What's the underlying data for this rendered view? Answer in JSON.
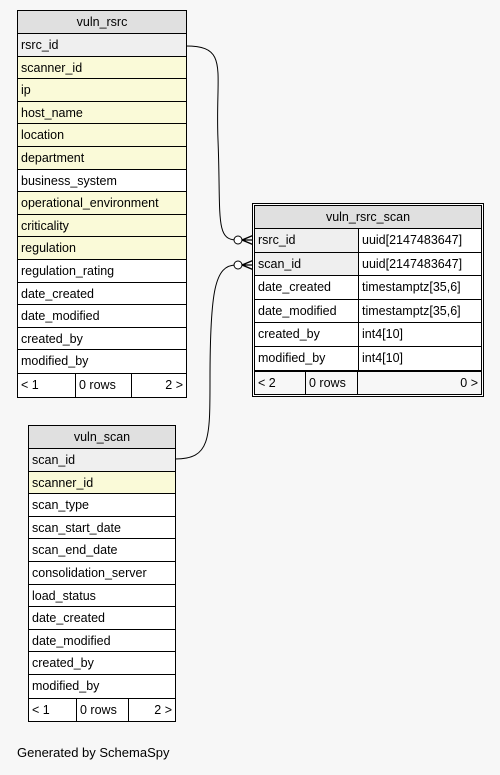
{
  "tables": {
    "vuln_rsrc": {
      "name": "vuln_rsrc",
      "columns": [
        {
          "name": "rsrc_id",
          "kind": "pk"
        },
        {
          "name": "scanner_id",
          "kind": "fk"
        },
        {
          "name": "ip",
          "kind": "fk"
        },
        {
          "name": "host_name",
          "kind": "fk"
        },
        {
          "name": "location",
          "kind": "fk"
        },
        {
          "name": "department",
          "kind": "fk"
        },
        {
          "name": "business_system",
          "kind": "plain"
        },
        {
          "name": "operational_environment",
          "kind": "fk"
        },
        {
          "name": "criticality",
          "kind": "fk"
        },
        {
          "name": "regulation",
          "kind": "fk"
        },
        {
          "name": "regulation_rating",
          "kind": "plain"
        },
        {
          "name": "date_created",
          "kind": "plain"
        },
        {
          "name": "date_modified",
          "kind": "plain"
        },
        {
          "name": "created_by",
          "kind": "plain"
        },
        {
          "name": "modified_by",
          "kind": "plain"
        }
      ],
      "footer": {
        "parents": "< 1",
        "rows": "0 rows",
        "children": "2 >"
      }
    },
    "vuln_scan": {
      "name": "vuln_scan",
      "columns": [
        {
          "name": "scan_id",
          "kind": "pk"
        },
        {
          "name": "scanner_id",
          "kind": "fk"
        },
        {
          "name": "scan_type",
          "kind": "plain"
        },
        {
          "name": "scan_start_date",
          "kind": "plain"
        },
        {
          "name": "scan_end_date",
          "kind": "plain"
        },
        {
          "name": "consolidation_server",
          "kind": "plain"
        },
        {
          "name": "load_status",
          "kind": "plain"
        },
        {
          "name": "date_created",
          "kind": "plain"
        },
        {
          "name": "date_modified",
          "kind": "plain"
        },
        {
          "name": "created_by",
          "kind": "plain"
        },
        {
          "name": "modified_by",
          "kind": "plain"
        }
      ],
      "footer": {
        "parents": "< 1",
        "rows": "0 rows",
        "children": "2 >"
      }
    },
    "vuln_rsrc_scan": {
      "name": "vuln_rsrc_scan",
      "columns": [
        {
          "name": "rsrc_id",
          "type": "uuid[2147483647]",
          "kind": "pk"
        },
        {
          "name": "scan_id",
          "type": "uuid[2147483647]",
          "kind": "pk"
        },
        {
          "name": "date_created",
          "type": "timestamptz[35,6]",
          "kind": "plain"
        },
        {
          "name": "date_modified",
          "type": "timestamptz[35,6]",
          "kind": "plain"
        },
        {
          "name": "created_by",
          "type": "int4[10]",
          "kind": "plain"
        },
        {
          "name": "modified_by",
          "type": "int4[10]",
          "kind": "plain"
        }
      ],
      "footer": {
        "parents": "< 2",
        "rows": "0 rows",
        "children": "0 >"
      }
    }
  },
  "caption": "Generated by SchemaSpy"
}
